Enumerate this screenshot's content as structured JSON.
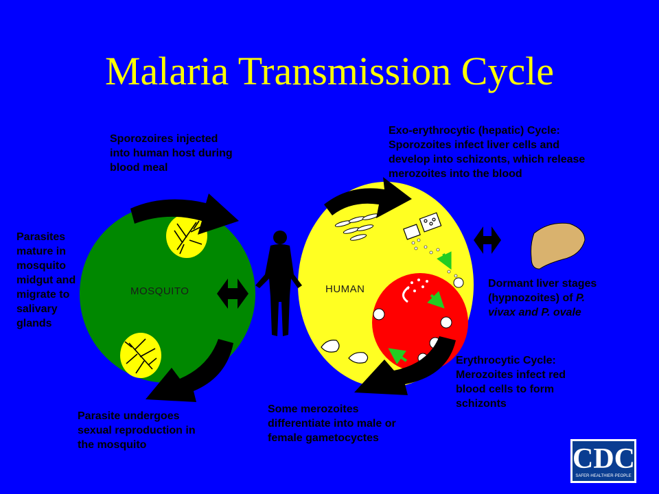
{
  "title": "Malaria Transmission Cycle",
  "labels": {
    "sporozoites_injected": [
      "Sporozoires injected",
      "into human host during",
      "blood meal"
    ],
    "exo_erythrocytic": [
      "Exo-erythrocytic (hepatic) Cycle:",
      "Sporozoites infect liver cells and",
      "develop into schizonts, which release",
      "merozoites into the blood"
    ],
    "parasites_mature": [
      "Parasites",
      "mature in",
      "mosquito",
      "midgut and",
      "migrate to",
      "salivary",
      "glands"
    ],
    "dormant_liver": {
      "line1": "Dormant liver stages",
      "line2_prefix": "(hypnozoites) of ",
      "line2_italic": "P.",
      "line3_italic": "vivax and P. ovale"
    },
    "erythrocytic": [
      "Erythrocytic Cycle:",
      "Merozoites infect red",
      "blood cells to form",
      "schizonts"
    ],
    "gametocytes": [
      "Some merozoites",
      "differentiate into male or",
      "female gametocyctes"
    ],
    "sexual_reproduction": [
      "Parasite undergoes",
      "sexual reproduction in",
      "the mosquito"
    ]
  },
  "circle_labels": {
    "mosquito": "MOSQUITO",
    "human": "HUMAN"
  },
  "logo": {
    "text": "CDC",
    "subtext": "SAFER·HEALTHIER·PEOPLE"
  },
  "colors": {
    "background": "#0000ff",
    "title": "#ffff00",
    "mosquito_circle": "#008800",
    "human_circle": "#ffff22",
    "blood_circle": "#ff0000",
    "liver": "#d9b26e",
    "arrow": "#000000",
    "small_arrow": "#22cc22"
  }
}
